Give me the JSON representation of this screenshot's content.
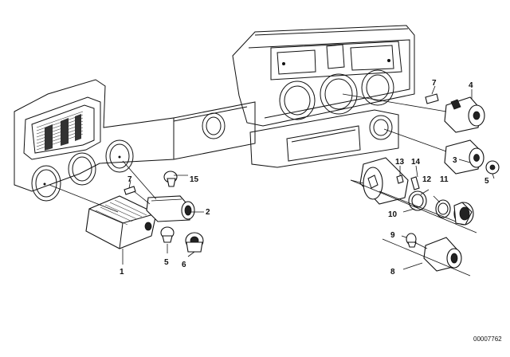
{
  "diagram": {
    "labels": [
      {
        "id": "1",
        "text": "1"
      },
      {
        "id": "2",
        "text": "2"
      },
      {
        "id": "3",
        "text": "3"
      },
      {
        "id": "4",
        "text": "4"
      },
      {
        "id": "5a",
        "text": "5"
      },
      {
        "id": "5b",
        "text": "5"
      },
      {
        "id": "6",
        "text": "6"
      },
      {
        "id": "7a",
        "text": "7"
      },
      {
        "id": "7b",
        "text": "7"
      },
      {
        "id": "8",
        "text": "8"
      },
      {
        "id": "9",
        "text": "9"
      },
      {
        "id": "10",
        "text": "10"
      },
      {
        "id": "11",
        "text": "11"
      },
      {
        "id": "12",
        "text": "12"
      },
      {
        "id": "13",
        "text": "13"
      },
      {
        "id": "14",
        "text": "14"
      },
      {
        "id": "15",
        "text": "15"
      }
    ],
    "image_code": "00007762"
  }
}
